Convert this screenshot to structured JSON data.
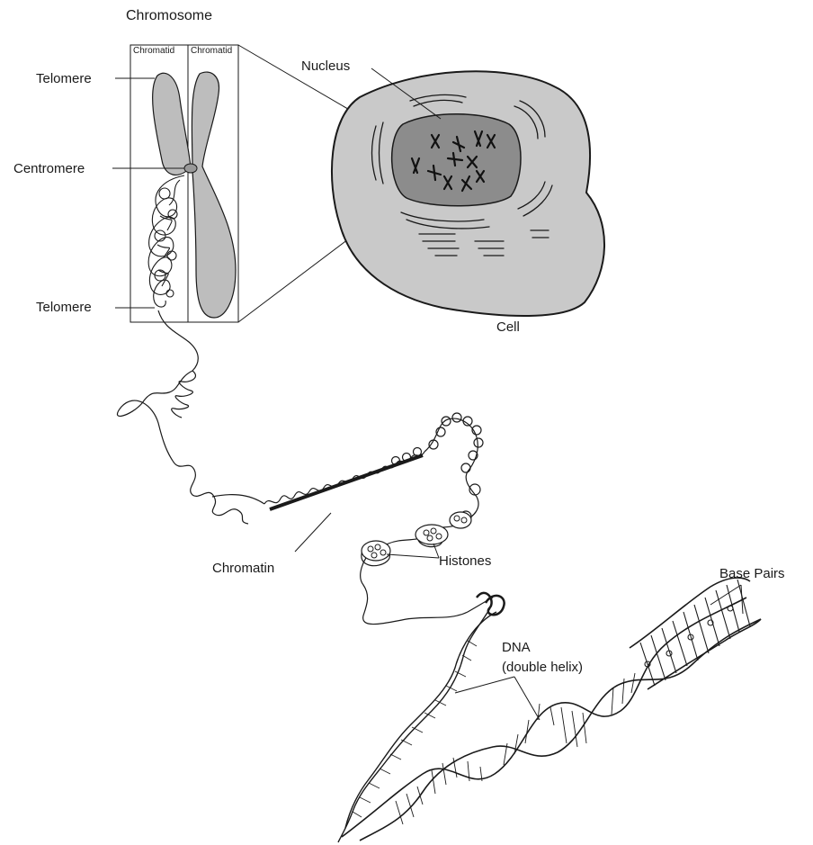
{
  "labels": {
    "chromosome": "Chromosome",
    "chromatid_left": "Chromatid",
    "chromatid_right": "Chromatid",
    "telomere_top": "Telomere",
    "centromere": "Centromere",
    "telomere_bottom": "Telomere",
    "nucleus": "Nucleus",
    "cell": "Cell",
    "chromatin": "Chromatin",
    "histones": "Histones",
    "dna_line1": "DNA",
    "dna_line2": "(double helix)",
    "base_pairs": "Base Pairs"
  },
  "colors": {
    "chromatid_fill": "#bdbdbd",
    "cytoplasm_fill": "#c9c9c9",
    "nucleus_fill": "#8c8c8c",
    "line": "#1a1a1a",
    "background": "#ffffff"
  }
}
